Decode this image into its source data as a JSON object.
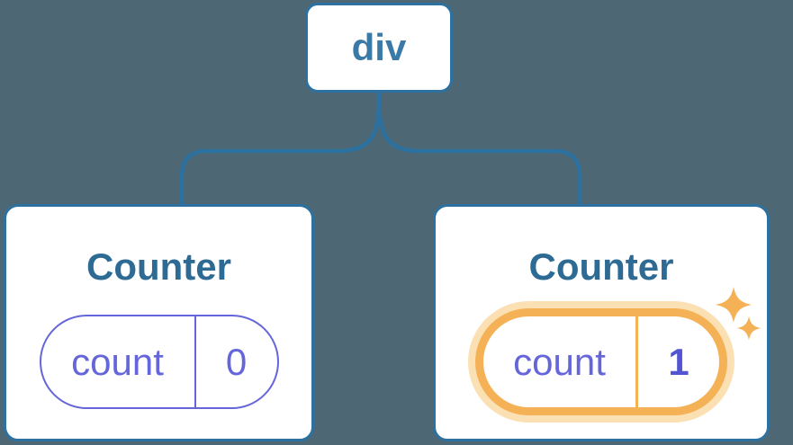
{
  "diagram": {
    "description": "Component tree: div root with two Counter children holding state",
    "root": {
      "label": "div"
    },
    "children": [
      {
        "title": "Counter",
        "state": {
          "label": "count",
          "value": "0"
        },
        "highlighted": false
      },
      {
        "title": "Counter",
        "state": {
          "label": "count",
          "value": "1"
        },
        "highlighted": true
      }
    ]
  },
  "icons": {
    "sparkle": "four-point-star"
  },
  "colors": {
    "background": "#4D6874",
    "card_background": "#FFFFFF",
    "node_border_blue": "#2C71A0",
    "root_text_blue": "#3B79A7",
    "title_blue": "#2E6B94",
    "state_purple": "#6666DB",
    "value_indigo": "#5254D1",
    "highlight_orange": "#F4B155",
    "highlight_glow": "#FBE0B3"
  }
}
